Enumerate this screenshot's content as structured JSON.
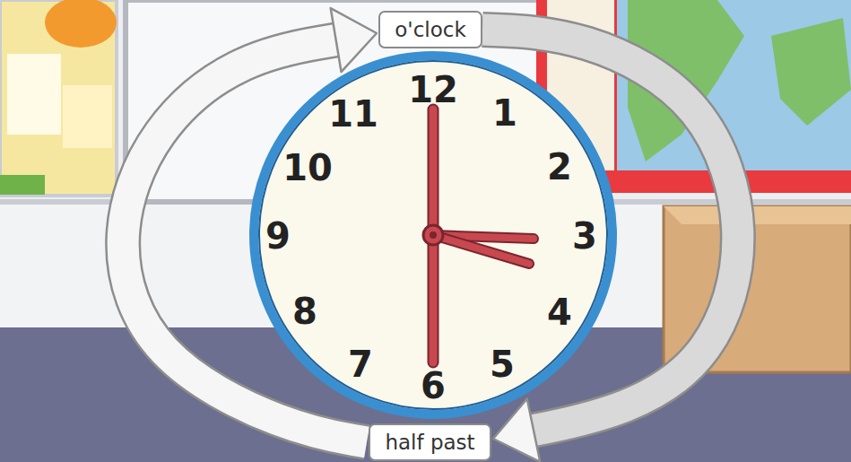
{
  "diagram": {
    "nodes": [
      {
        "text": [
          "o'clock"
        ]
      },
      {
        "text": [
          "half past"
        ]
      }
    ],
    "edges": [
      {
        "from": 0,
        "to": 1,
        "arrow": "to"
      },
      {
        "from": 1,
        "to": 0,
        "arrow": "to"
      }
    ],
    "labels": [
      "12",
      "1",
      "2",
      "3",
      "4",
      "5",
      "6",
      "7",
      "8",
      "9",
      "10",
      "11"
    ]
  }
}
